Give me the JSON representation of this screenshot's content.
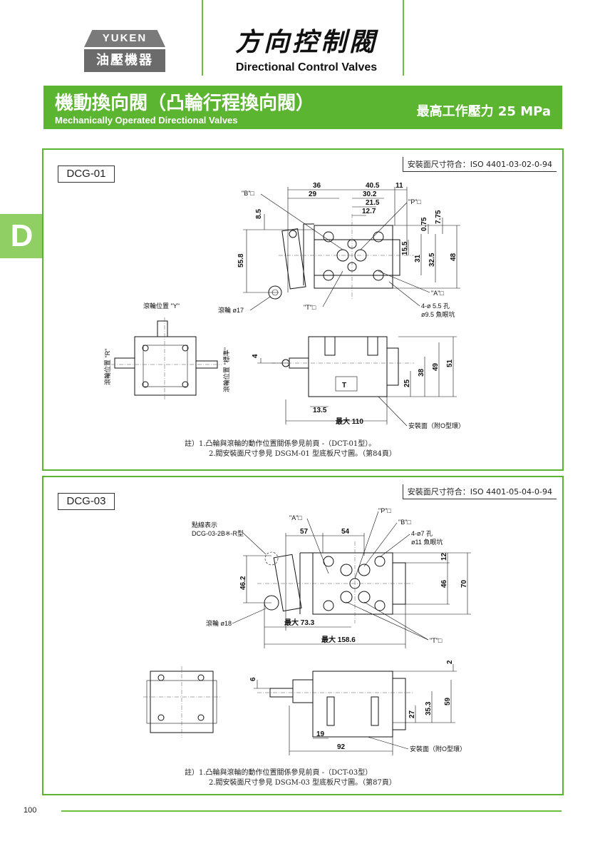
{
  "header": {
    "brand_top": "YUKEN",
    "brand_bottom": "油壓機器",
    "title_cn": "方向控制閥",
    "title_en": "Directional Control Valves"
  },
  "banner": {
    "title_cn": "機動換向閥（凸輪行程換向閥）",
    "title_en": "Mechanically Operated Directional Valves",
    "pressure": "最高工作壓力  25 MPa"
  },
  "side_tab": "D",
  "colors": {
    "accent": "#5cb531",
    "tab": "#8fcf63",
    "logo": "#6b6b6b"
  },
  "panel1": {
    "model": "DCG-01",
    "iso": "安裝面尺寸符合：ISO 4401-03-02-0-94",
    "dims": {
      "d36": "36",
      "d29": "29",
      "d40_5": "40.5",
      "d30_2": "30.2",
      "d21_5": "21.5",
      "d12_7": "12.7",
      "d11": "11",
      "d8_5": "8.5",
      "d55_8": "55.8",
      "d0_75": "0.75",
      "d7_75": "7.75",
      "d15_5": "15.5",
      "d31": "31",
      "d32_5": "32.5",
      "d48": "48",
      "d4": "4",
      "d25": "25",
      "d38": "38",
      "d49": "49",
      "d51": "51",
      "d13_5": "13.5",
      "dmax110": "最大 110"
    },
    "labels": {
      "b_port": "\"B\"□",
      "p_port": "\"P\"□",
      "a_port": "\"A\"□",
      "t_port": "\"T\"□",
      "holes": "4-ø 5.5 孔",
      "counterbore": "ø9.5 魚眼坑",
      "roller": "滾輪 ø17",
      "roller_y": "滾輪位置 \"Y\"",
      "roller_r": "滾輪位置 \"R\"",
      "roller_std": "滾輪位置 \"標準\"",
      "mount": "安裝面（附O型環）"
    },
    "notes": [
      "註）1.凸輪與滾輪的動作位置關係參見前頁 -（DCT-01型）。",
      "2.閥安裝面尺寸參見 DSGM-01 型底板尺寸圖。（第84頁）"
    ]
  },
  "panel2": {
    "model": "DCG-03",
    "iso": "安裝面尺寸符合：ISO 4401-05-04-0-94",
    "dims": {
      "d57": "57",
      "d54": "54",
      "d46_2": "46.2",
      "d12": "12",
      "d46": "46",
      "d70": "70",
      "dmax73_3": "最大 73.3",
      "dmax158_6": "最大 158.6",
      "d6": "6",
      "d2": "2",
      "d27": "27",
      "d35_3": "35.3",
      "d59": "59",
      "d19": "19",
      "d92": "92"
    },
    "labels": {
      "a_port": "\"A\"□",
      "p_port": "\"P\"□",
      "b_port": "\"B\"□",
      "t_port": "\"T\"□",
      "holes": "4-ø7 孔",
      "counterbore": "ø11 魚眼坑",
      "dash_line": "點線表示",
      "dash_model": "DCG-03-2B※-R型",
      "roller": "滾輪 ø18",
      "mount": "安裝面（附O型環）"
    },
    "notes": [
      "註）1.凸輪與滾輪的動作位置關係參見前頁 -（DCT-03型）",
      "2.閥安裝面尺寸參見 DSGM-03 型底板尺寸圖。（第87頁）"
    ]
  },
  "page_number": "100"
}
